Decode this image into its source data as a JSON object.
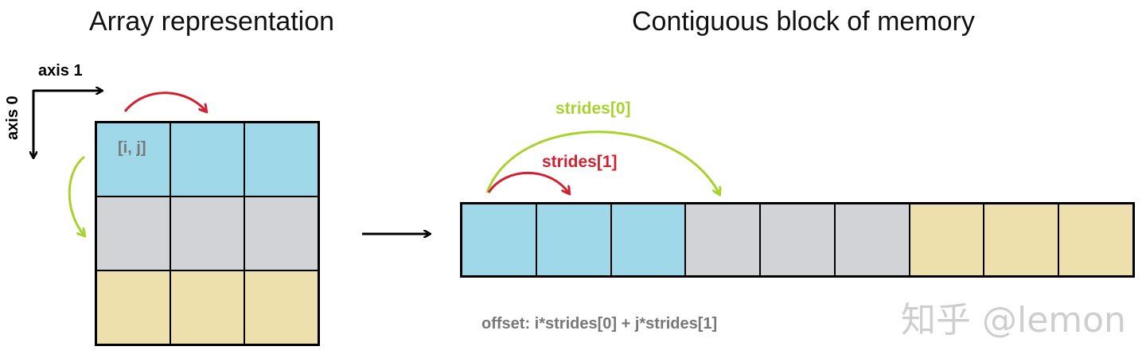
{
  "titles": {
    "left": "Array representation",
    "right": "Contiguous block of memory"
  },
  "axes": {
    "axis1": "axis 1",
    "axis0": "axis 0"
  },
  "array": {
    "cell_label": "[i, j]",
    "rows": [
      [
        "blue",
        "blue",
        "blue"
      ],
      [
        "gray",
        "gray",
        "gray"
      ],
      [
        "tan",
        "tan",
        "tan"
      ]
    ]
  },
  "memory": {
    "cells": [
      "blue",
      "blue",
      "blue",
      "gray",
      "gray",
      "gray",
      "tan",
      "tan",
      "tan"
    ]
  },
  "strides": {
    "stride0_label": "strides[0]",
    "stride1_label": "strides[1]"
  },
  "formula": "offset: i*strides[0] + j*strides[1]",
  "watermark": "知乎 @lemon",
  "colors": {
    "blue": "#9fd9e9",
    "gray": "#d2d3d6",
    "tan": "#eee0ad",
    "red_arrow": "#d32030",
    "green_arrow": "#a8d32c",
    "label_gray": "#777777"
  }
}
